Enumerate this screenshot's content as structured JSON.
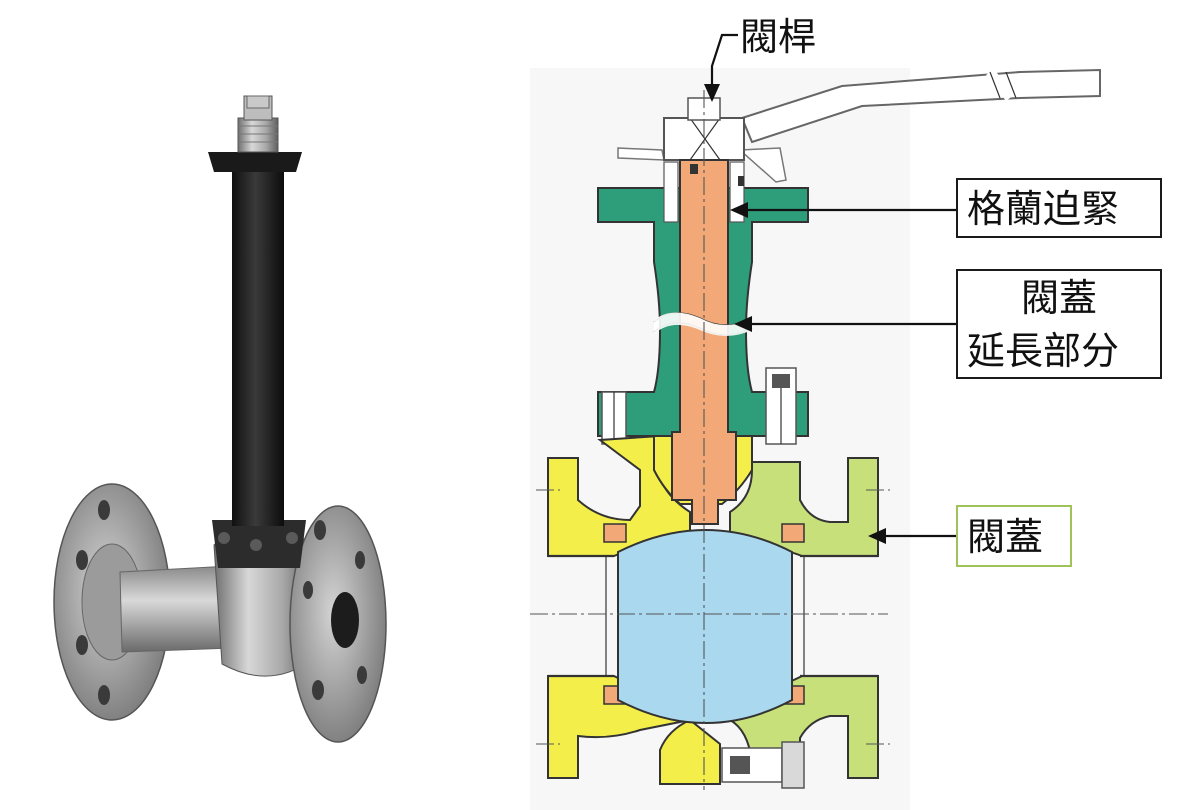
{
  "labels": {
    "stem": "閥桿",
    "gland": "格蘭迫緊",
    "extension_line1": "閥蓋",
    "extension_line2": "延長部分",
    "bonnet": "閥蓋"
  },
  "colors": {
    "bonnet_extension": "#2e9e7a",
    "stem": "#f3a877",
    "ball": "#a9d8ef",
    "body": "#f4ee4a",
    "body_right": "#c8e07a",
    "bonnet_box_border": "#9fc25a"
  }
}
